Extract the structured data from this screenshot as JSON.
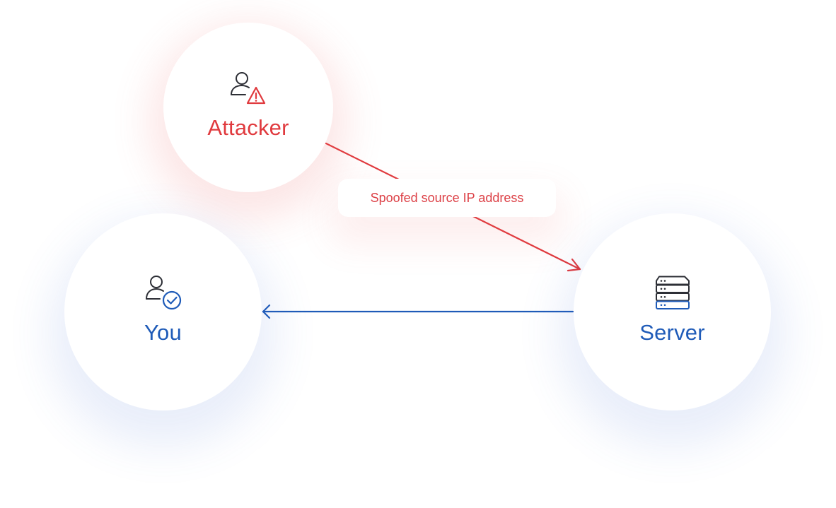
{
  "diagram": {
    "nodes": {
      "attacker": {
        "label": "Attacker",
        "icon": "user-warning-icon",
        "color": "#e03a3e"
      },
      "you": {
        "label": "You",
        "icon": "user-check-icon",
        "color": "#1f5bb8"
      },
      "server": {
        "label": "Server",
        "icon": "server-stack-icon",
        "color": "#1f5bb8"
      }
    },
    "edges": [
      {
        "from": "attacker",
        "to": "server",
        "label": "Spoofed source IP address",
        "color": "#e03a3e"
      },
      {
        "from": "server",
        "to": "you",
        "label": "",
        "color": "#1f5bb8"
      }
    ]
  }
}
